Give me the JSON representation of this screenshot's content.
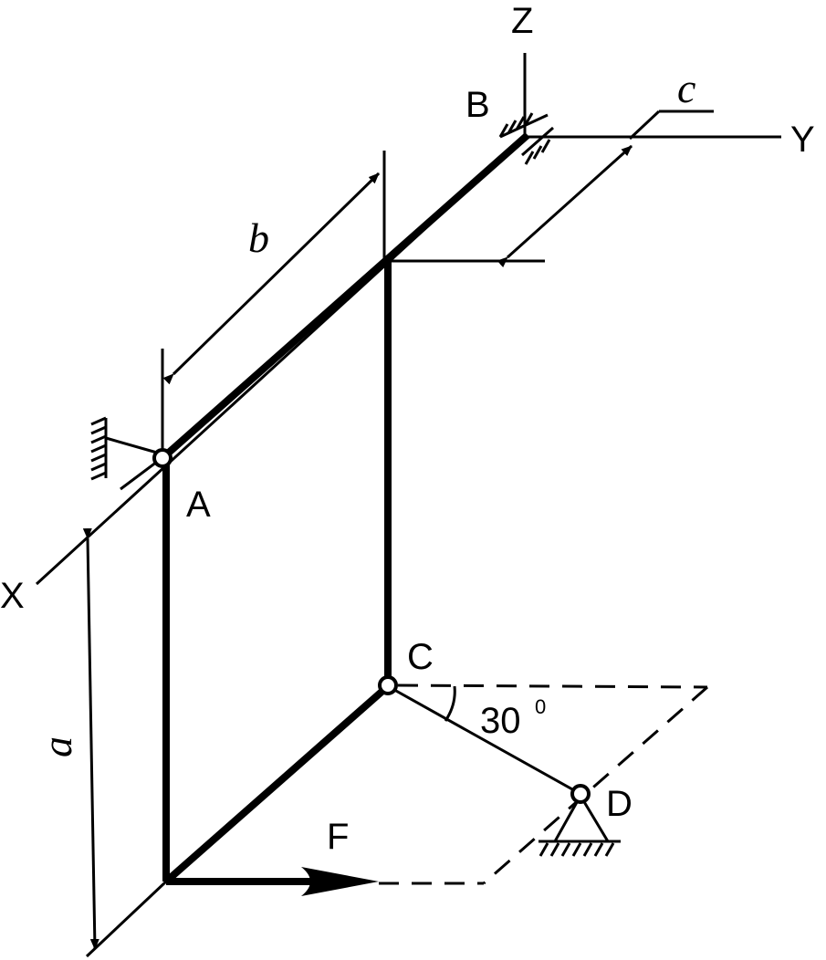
{
  "axes": {
    "x": "X",
    "y": "Y",
    "z": "Z"
  },
  "points": {
    "a": "A",
    "b": "B",
    "c": "C",
    "d": "D"
  },
  "dimensions": {
    "a": "a",
    "b": "b",
    "c": "c"
  },
  "force": "F",
  "angle": {
    "value": "30",
    "unit": "0"
  }
}
